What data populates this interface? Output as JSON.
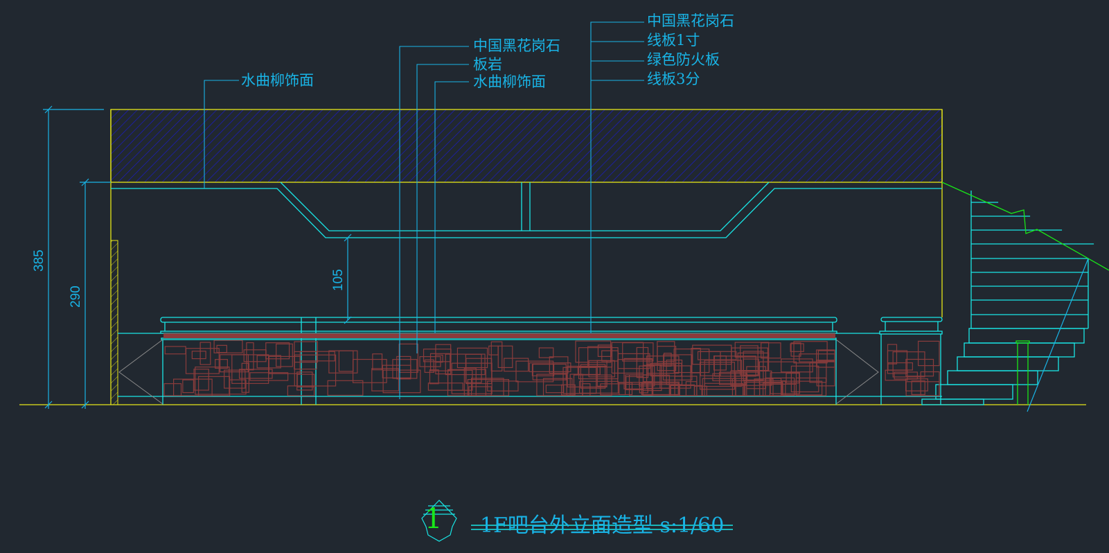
{
  "labels": {
    "left_veneer": "水曲柳饰面",
    "mid_granite": "中国黑花岗石",
    "mid_slate": "板岩",
    "mid_veneer": "水曲柳饰面",
    "right_1": "中国黑花岗石",
    "right_2": "线板1寸",
    "right_3": "绿色防火板",
    "right_4": "线板3分"
  },
  "dimensions": {
    "total_height": "385",
    "ceiling_height": "290",
    "counter_gap": "105"
  },
  "title": {
    "number": "1",
    "text": "1F吧台外立面造型 s:1/60"
  },
  "colors": {
    "background": "#212830",
    "cyan": "#19e6e6",
    "yellow": "#e6e619",
    "hatch": "#1919c8",
    "stone": "#8a3c3c",
    "green": "#19e619",
    "text": "#19b4e6"
  }
}
